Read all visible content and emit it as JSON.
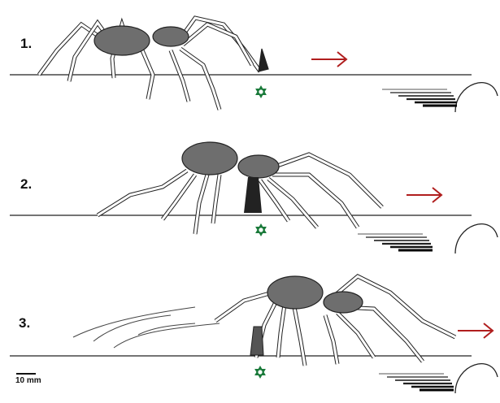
{
  "panels": [
    {
      "label": "1."
    },
    {
      "label": "2."
    },
    {
      "label": "3."
    }
  ],
  "scale_bar": {
    "label": "10 mm"
  },
  "colors": {
    "arrow": "#b01e1e",
    "marker": "#1a7a3a",
    "line": "#222222",
    "body_fill": "#6e6e6e"
  },
  "icons": {
    "direction": "right-arrow-icon",
    "contact_point": "star-of-david-icon"
  }
}
